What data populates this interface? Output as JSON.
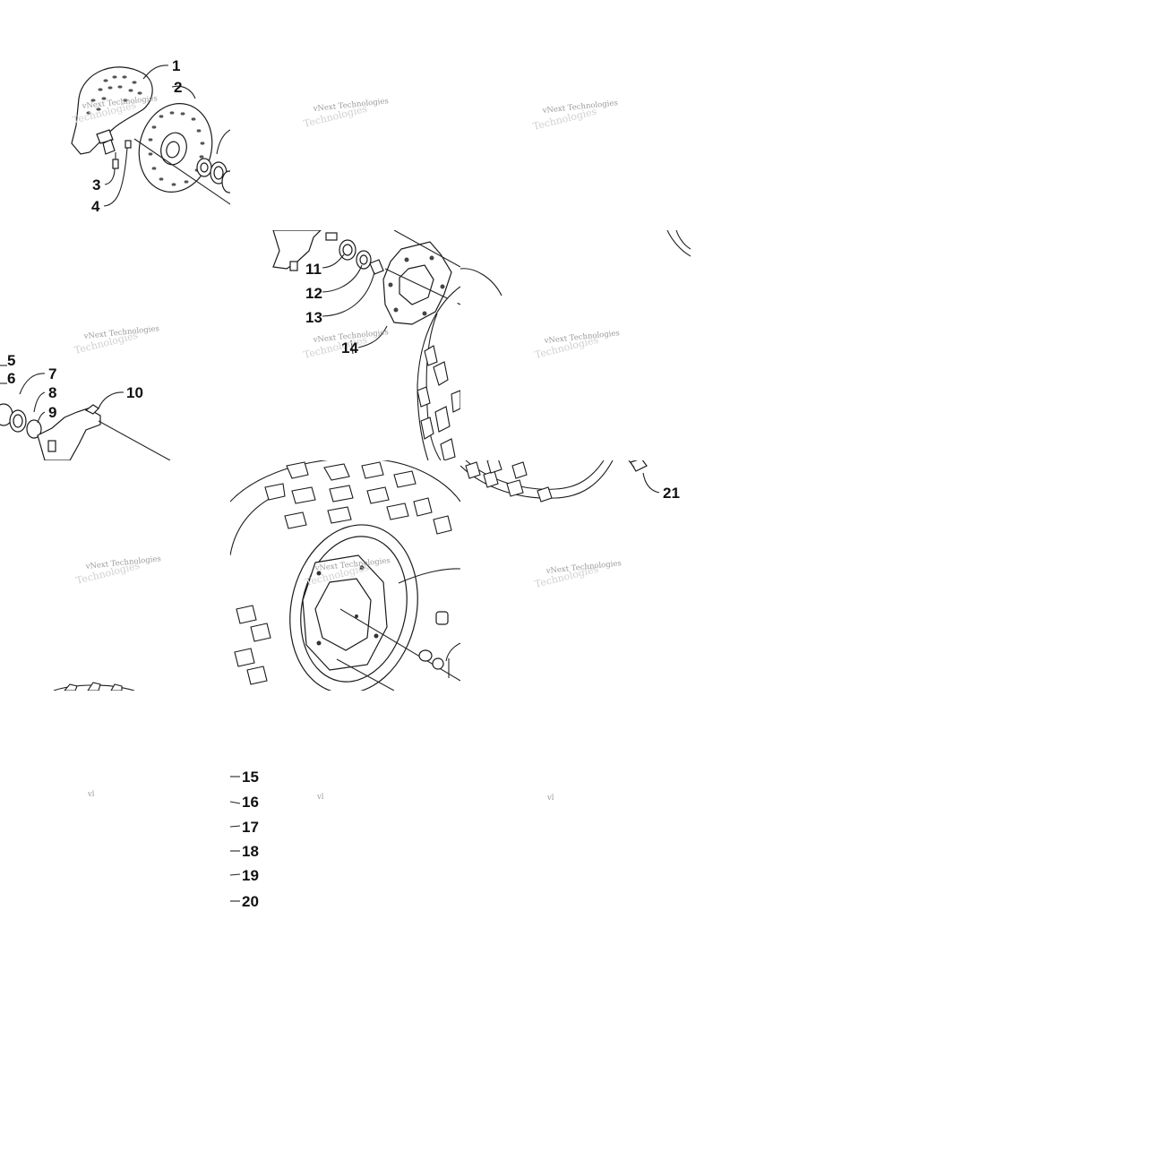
{
  "diagram": {
    "watermark_text": "vNext Technologies",
    "watermark_fragment": "vl",
    "callouts": [
      {
        "id": "c1",
        "label": "1"
      },
      {
        "id": "c2",
        "label": "2"
      },
      {
        "id": "c3",
        "label": "3"
      },
      {
        "id": "c4",
        "label": "4"
      },
      {
        "id": "c5",
        "label": "5"
      },
      {
        "id": "c6",
        "label": "6"
      },
      {
        "id": "c7",
        "label": "7"
      },
      {
        "id": "c8",
        "label": "8"
      },
      {
        "id": "c9",
        "label": "9"
      },
      {
        "id": "c10",
        "label": "10"
      },
      {
        "id": "c11",
        "label": "11"
      },
      {
        "id": "c12",
        "label": "12"
      },
      {
        "id": "c13",
        "label": "13"
      },
      {
        "id": "c14",
        "label": "14"
      },
      {
        "id": "c15",
        "label": "15"
      },
      {
        "id": "c16",
        "label": "16"
      },
      {
        "id": "c17",
        "label": "17"
      },
      {
        "id": "c18",
        "label": "18"
      },
      {
        "id": "c19",
        "label": "19"
      },
      {
        "id": "c20",
        "label": "20"
      },
      {
        "id": "c21",
        "label": "21"
      }
    ]
  }
}
